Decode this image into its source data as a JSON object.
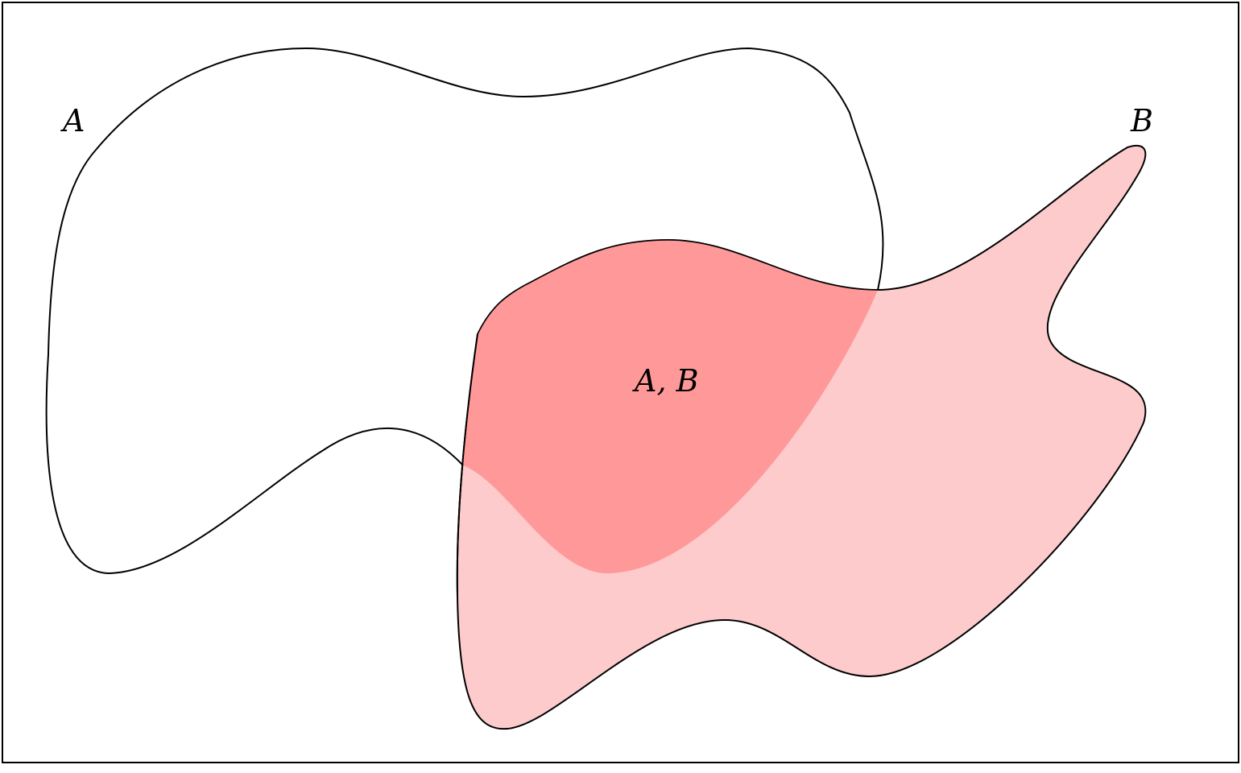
{
  "diagram": {
    "labels": {
      "set_a": "A",
      "set_b": "B",
      "intersection": "A, B"
    },
    "colors": {
      "background": "#ffffff",
      "outline": "#000000",
      "set_b_fill": "#fdcbcb",
      "intersection_fill": "#ff9999"
    }
  }
}
